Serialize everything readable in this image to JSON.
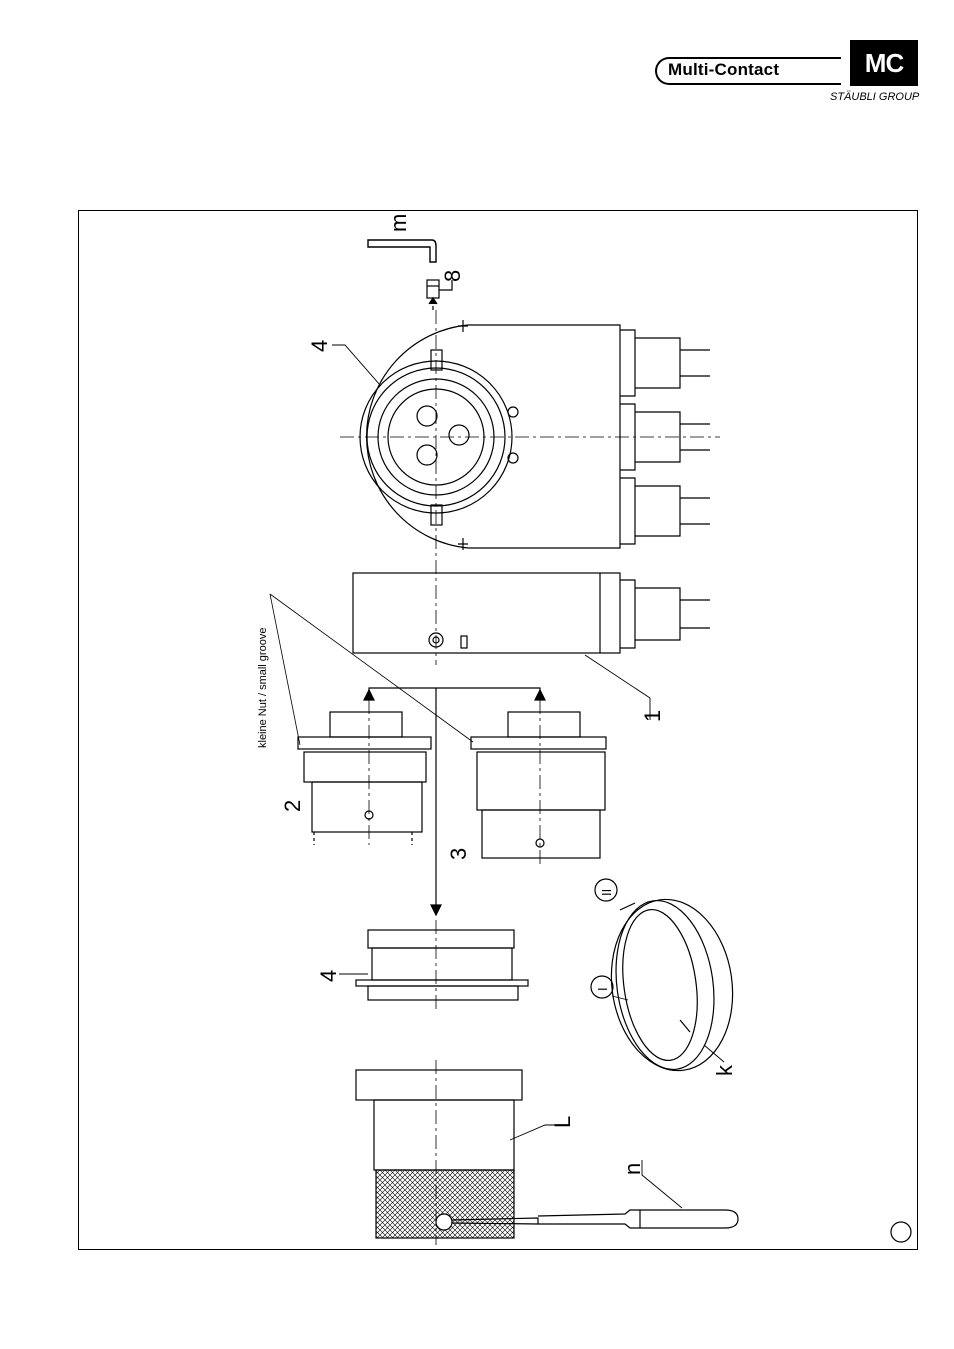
{
  "header": {
    "brand_name": "Multi-Contact",
    "logo_text": "MC",
    "group_text": "STÄUBLI GROUP"
  },
  "callouts": {
    "m": "m",
    "eight": "8",
    "four_top": "4",
    "groove_note": "kleine Nut / small groove",
    "one": "1",
    "two": "2",
    "three": "3",
    "four_mid": "4",
    "roman_two": "II",
    "roman_one": "I",
    "k": "k",
    "L": "L",
    "n": "n"
  }
}
